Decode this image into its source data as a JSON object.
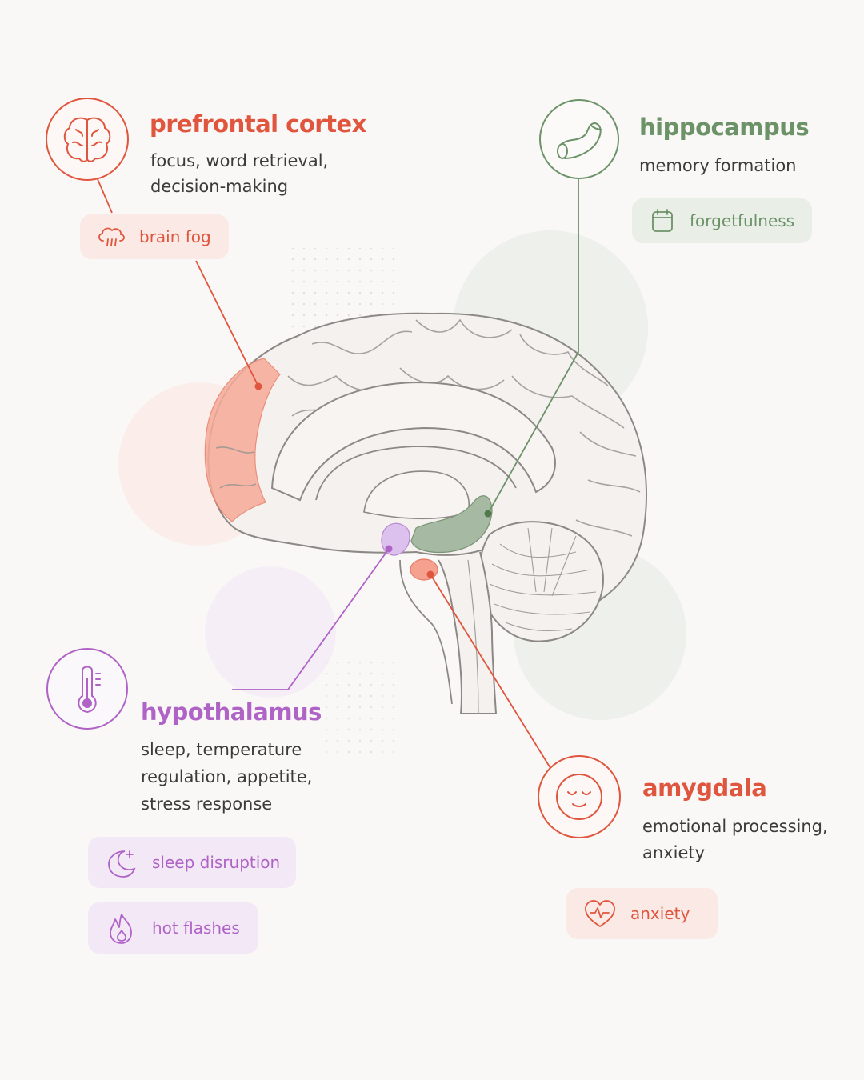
{
  "colors": {
    "red": "#e0553d",
    "green": "#6c9268",
    "purple": "#b063c6",
    "text": "#3c3a3a"
  },
  "regions": {
    "prefrontal": {
      "title": "prefrontal cortex",
      "description": [
        "focus, word retrieval,",
        "decision-making"
      ],
      "icon": "brain-icon",
      "symptoms": [
        {
          "label": "brain fog",
          "icon": "cloud-rain-icon"
        }
      ]
    },
    "hippocampus": {
      "title": "hippocampus",
      "description": [
        "memory formation"
      ],
      "icon": "hippocampus-icon",
      "symptoms": [
        {
          "label": "forgetfulness",
          "icon": "calendar-icon"
        }
      ]
    },
    "hypothalamus": {
      "title": "hypothalamus",
      "description": [
        "sleep, temperature",
        "regulation, appetite,",
        "stress response"
      ],
      "icon": "thermometer-icon",
      "symptoms": [
        {
          "label": "sleep disruption",
          "icon": "moon-icon"
        },
        {
          "label": "hot flashes",
          "icon": "flame-icon"
        }
      ]
    },
    "amygdala": {
      "title": "amygdala",
      "description": [
        "emotional processing,",
        "anxiety"
      ],
      "icon": "calm-face-icon",
      "symptoms": [
        {
          "label": "anxiety",
          "icon": "heart-pulse-icon"
        }
      ]
    }
  }
}
